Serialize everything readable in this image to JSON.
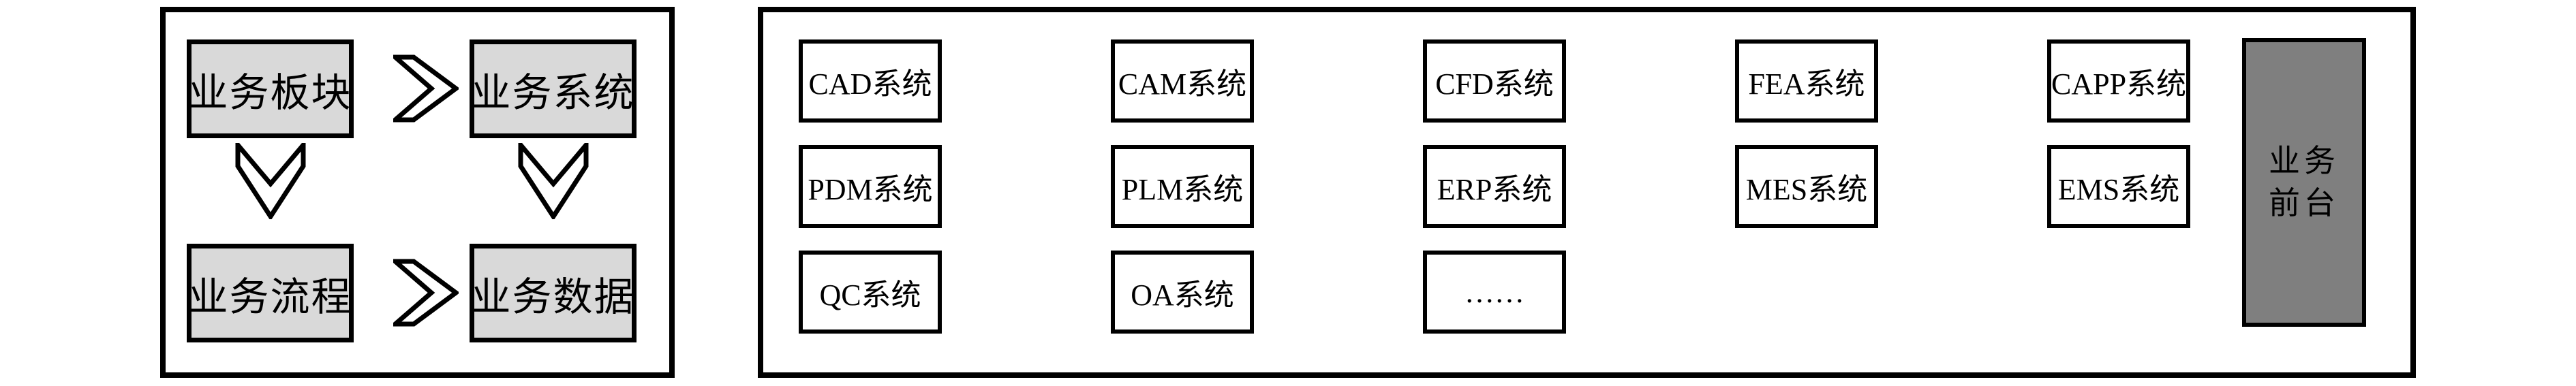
{
  "diagram": {
    "left_panel": {
      "nodes": {
        "sector": "业务板块",
        "system": "业务系统",
        "process": "业务流程",
        "data": "业务数据"
      },
      "arrows": [
        "chevron-right",
        "chevron-down",
        "chevron-down",
        "chevron-right"
      ]
    },
    "right_panel": {
      "rows": [
        [
          "CAD系统",
          "CAM系统",
          "CFD系统",
          "FEA系统",
          "CAPP系统"
        ],
        [
          "PDM系统",
          "PLM系统",
          "ERP系统",
          "MES系统",
          "EMS系统"
        ],
        [
          "QC系统",
          "OA系统",
          "……"
        ]
      ],
      "front_desk": {
        "line1": "业务",
        "line2": "前台"
      }
    },
    "colors": {
      "node_fill": "#d9d9d9",
      "system_fill": "#ffffff",
      "front_desk_fill": "#7f7f7f",
      "border": "#000000",
      "background": "#ffffff"
    }
  }
}
